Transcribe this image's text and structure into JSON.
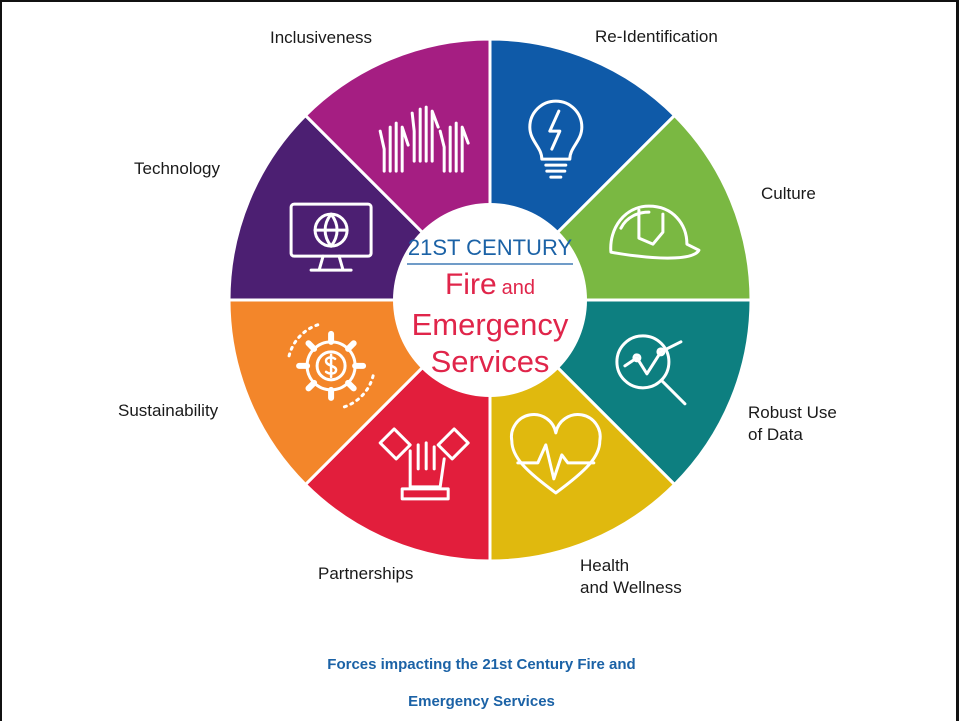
{
  "center": {
    "line1": "21ST CENTURY",
    "line2_main": "Fire",
    "line2_small": "and",
    "line3": "Emergency",
    "line4": "Services"
  },
  "segments": [
    {
      "label": "Re-Identification",
      "color": "#0f5aa8",
      "icon": "lightbulb-icon"
    },
    {
      "label": "Culture",
      "color": "#7ab842",
      "icon": "firefighter-helmet-icon"
    },
    {
      "label": "Robust Use of Data",
      "label_lines": [
        "Robust Use",
        "of Data"
      ],
      "color": "#0d7f80",
      "icon": "magnifier-chart-icon"
    },
    {
      "label": "Health and Wellness",
      "label_lines": [
        "Health",
        "and Wellness"
      ],
      "color": "#e0b90e",
      "icon": "heartbeat-icon"
    },
    {
      "label": "Partnerships",
      "color": "#e21e3c",
      "icon": "stacked-hands-icon"
    },
    {
      "label": "Sustainability",
      "color": "#f3862a",
      "icon": "gear-dollar-icon"
    },
    {
      "label": "Technology",
      "color": "#4c1f72",
      "icon": "monitor-globe-icon"
    },
    {
      "label": "Inclusiveness",
      "color": "#a51e82",
      "icon": "raised-hands-icon"
    }
  ],
  "caption": {
    "line1": "Forces impacting the 21st Century Fire and",
    "line2": "Emergency Services"
  },
  "colors": {
    "center_blue": "#1b62a6",
    "center_red": "#e0254a",
    "caption": "#1b62a6"
  }
}
